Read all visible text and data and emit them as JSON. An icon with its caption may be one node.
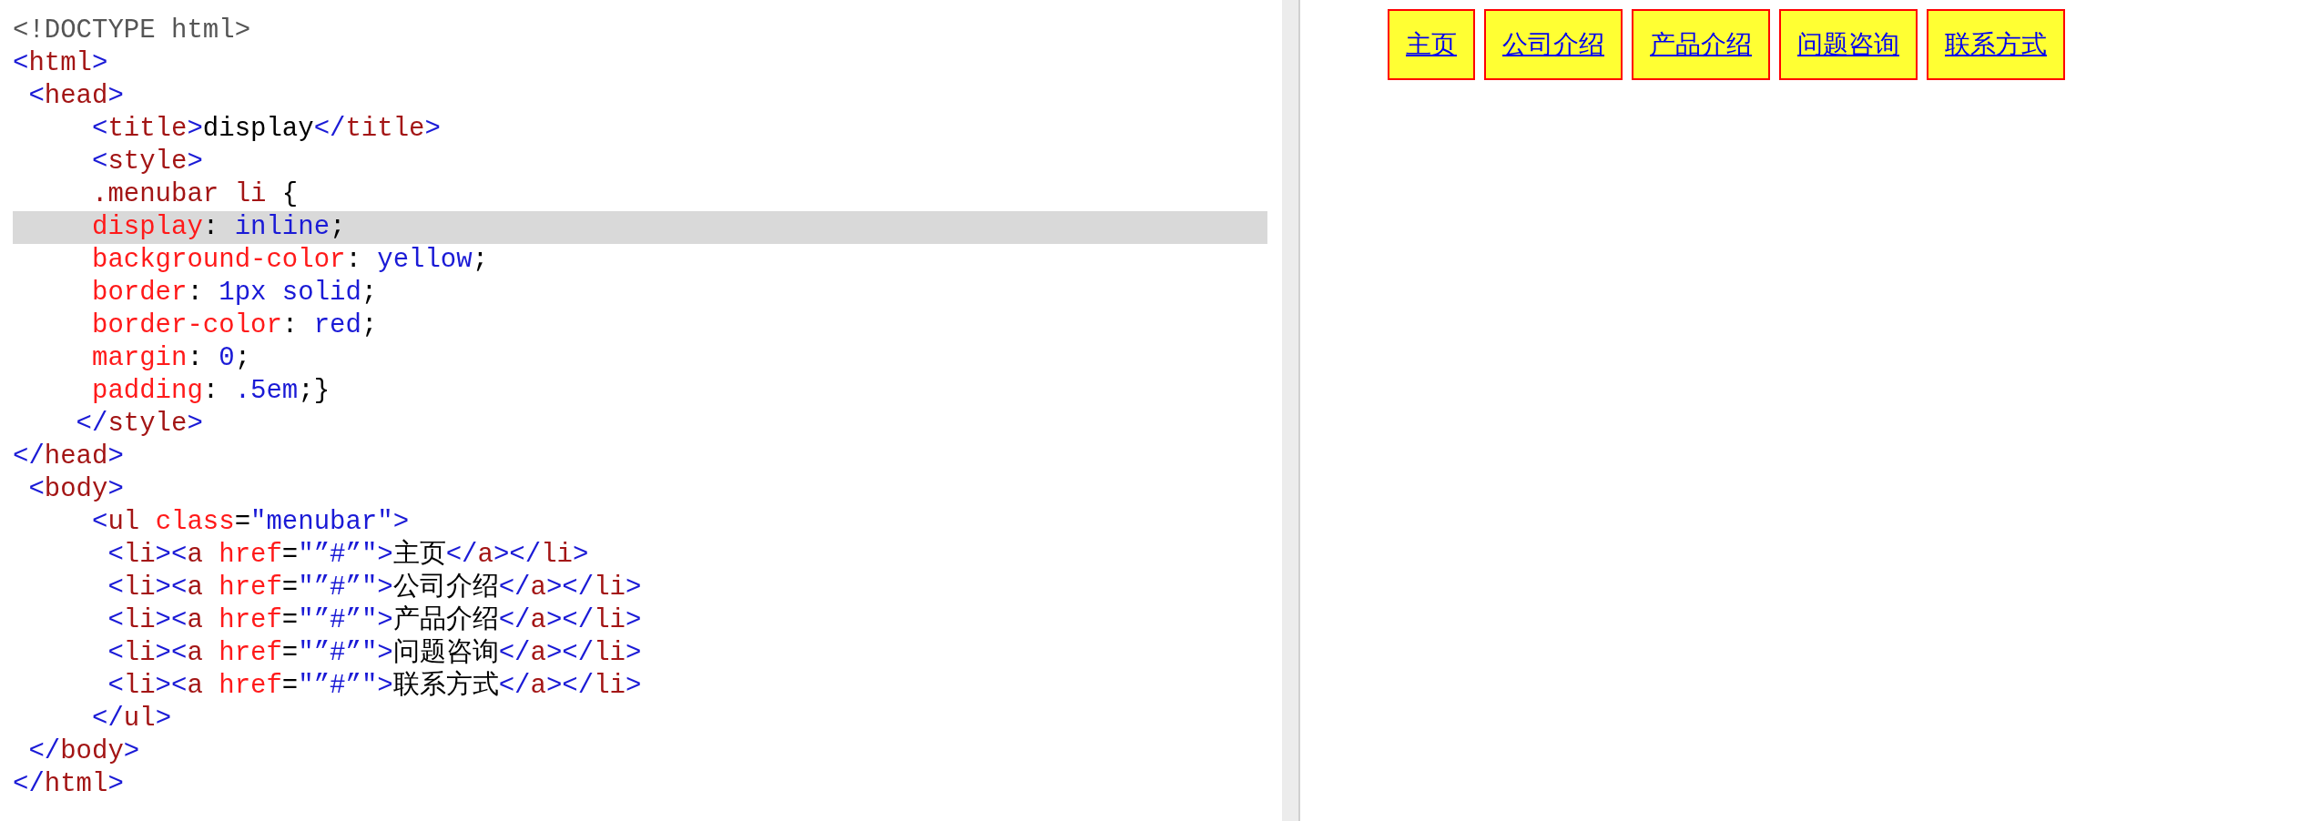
{
  "diagram": {
    "nodes": [
      {
        "text": [
          "主页"
        ]
      },
      {
        "text": [
          "公司介绍"
        ]
      },
      {
        "text": [
          "产品介绍"
        ]
      },
      {
        "text": [
          "问题咨询"
        ]
      },
      {
        "text": [
          "联系方式"
        ]
      }
    ],
    "labels": [
      "<!DOCTYPE html>",
      "<html>",
      "<head>",
      "<title>display</title>",
      "<style>",
      ".menubar li {",
      "display: inline;",
      "background-color: yellow;",
      "border: 1px solid;",
      "border-color: red;",
      "margin: 0;",
      "padding: .5em;}",
      "</style>",
      "</head>",
      "<body>",
      "<ul class=\"menubar\">",
      "<li><a href=\"”#”\">主页</a></li>",
      "<li><a href=\"”#”\">公司介绍</a></li>",
      "<li><a href=\"”#”\">产品介绍</a></li>",
      "<li><a href=\"”#”\">问题咨询</a></li>",
      "<li><a href=\"”#”\">联系方式</a></li>",
      "</ul>",
      "</body>",
      "</html>"
    ]
  }
}
